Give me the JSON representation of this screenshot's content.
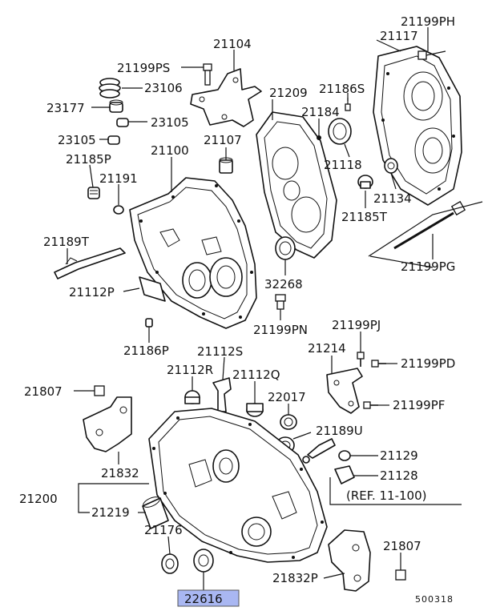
{
  "labels": {
    "p21199PH": "21199PH",
    "p21117": "21117",
    "p21104": "21104",
    "p21199PS": "21199PS",
    "p23106": "23106",
    "p21209": "21209",
    "p21186S": "21186S",
    "p23177": "23177",
    "p23105a": "23105",
    "p21184": "21184",
    "p23105b": "23105",
    "p21107": "21107",
    "p21118": "21118",
    "p21185P": "21185P",
    "p21100": "21100",
    "p21191": "21191",
    "p21134": "21134",
    "p21185T": "21185T",
    "p21189T": "21189T",
    "p21199PG": "21199PG",
    "p21112P": "21112P",
    "p32268": "32268",
    "p21199PN": "21199PN",
    "p21199PJ": "21199PJ",
    "p21186P": "21186P",
    "p21112S": "21112S",
    "p21214": "21214",
    "p21112R": "21112R",
    "p21112Q": "21112Q",
    "p21199PD": "21199PD",
    "p21807a": "21807",
    "p22017": "22017",
    "p21199PF": "21199PF",
    "p21189U": "21189U",
    "p21832": "21832",
    "p21129": "21129",
    "p21128": "21128",
    "p21200": "21200",
    "ref": "(REF. 11-100)",
    "p21219": "21219",
    "p21176": "21176",
    "p21807b": "21807",
    "p21832P": "21832P",
    "p22616": "22616",
    "diagram_code": "500318"
  },
  "colors": {
    "ink": "#111111",
    "highlight": "#a9b7f2"
  }
}
